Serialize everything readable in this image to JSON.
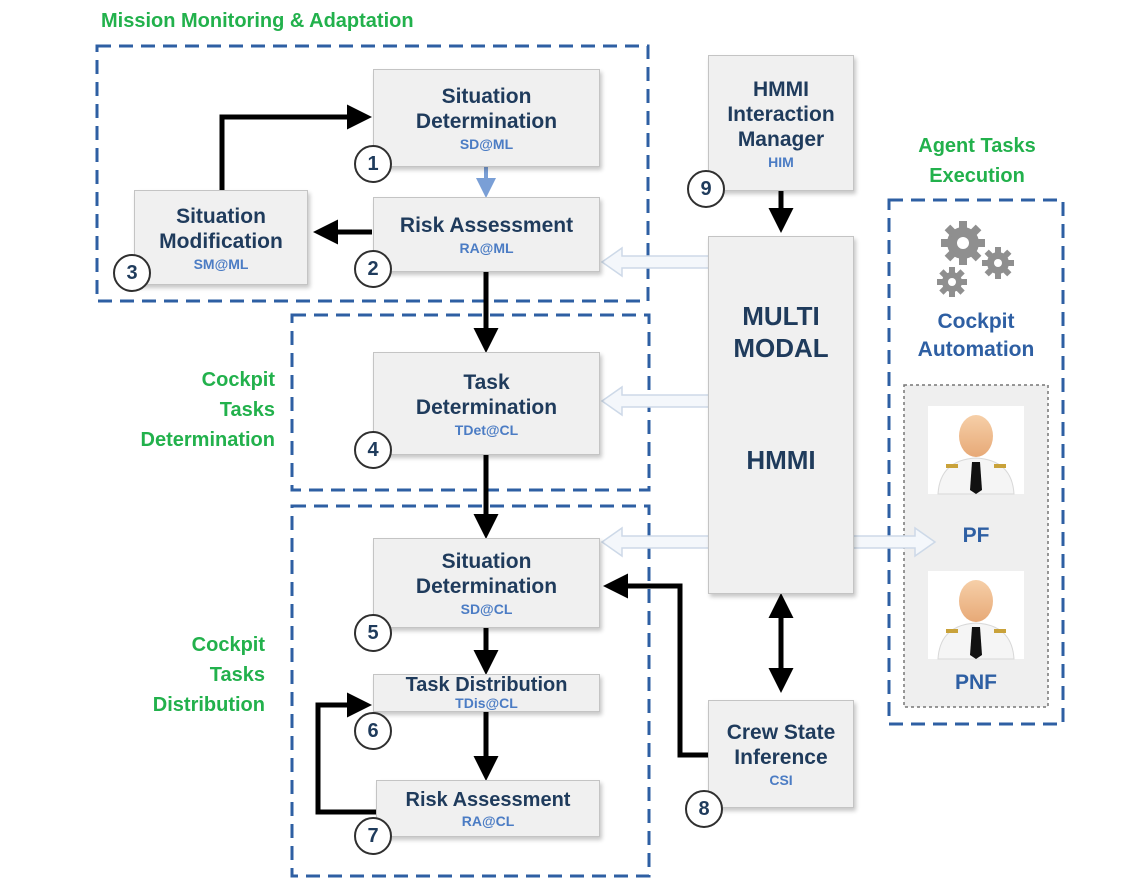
{
  "groups": {
    "mission": "Mission Monitoring & Adaptation",
    "agent_tasks": "Agent Tasks\nExecution",
    "cockpit_determination": "Cockpit\nTasks\nDetermination",
    "cockpit_distribution": "Cockpit\nTasks\nDistribution"
  },
  "boxes": {
    "sd_ml": {
      "title": "Situation\nDetermination",
      "code": "SD@ML",
      "num": "1"
    },
    "ra_ml": {
      "title": "Risk Assessment",
      "code": "RA@ML",
      "num": "2"
    },
    "sm_ml": {
      "title": "Situation\nModification",
      "code": "SM@ML",
      "num": "3"
    },
    "tdet_cl": {
      "title": "Task\nDetermination",
      "code": "TDet@CL",
      "num": "4"
    },
    "sd_cl": {
      "title": "Situation\nDetermination",
      "code": "SD@CL",
      "num": "5"
    },
    "tdis_cl": {
      "title": "Task Distribution",
      "code": "TDis@CL",
      "num": "6"
    },
    "ra_cl": {
      "title": "Risk Assessment",
      "code": "RA@CL",
      "num": "7"
    },
    "csi": {
      "title": "Crew State\nInference",
      "code": "CSI",
      "num": "8"
    },
    "him": {
      "title": "HMMI\nInteraction\nManager",
      "code": "HIM",
      "num": "9"
    }
  },
  "hmmi": {
    "line1": "MULTI\nMODAL",
    "line2": "HMMI"
  },
  "agents": {
    "automation": "Cockpit\nAutomation",
    "pf": "PF",
    "pnf": "PNF"
  },
  "colors": {
    "group_label": "#22b14c",
    "dashed_border": "#2e5fa3",
    "box_title": "#1f3b5c",
    "box_code": "#4b7cc4",
    "arrow": "#000000",
    "light_arrow": "#dce6f2"
  }
}
